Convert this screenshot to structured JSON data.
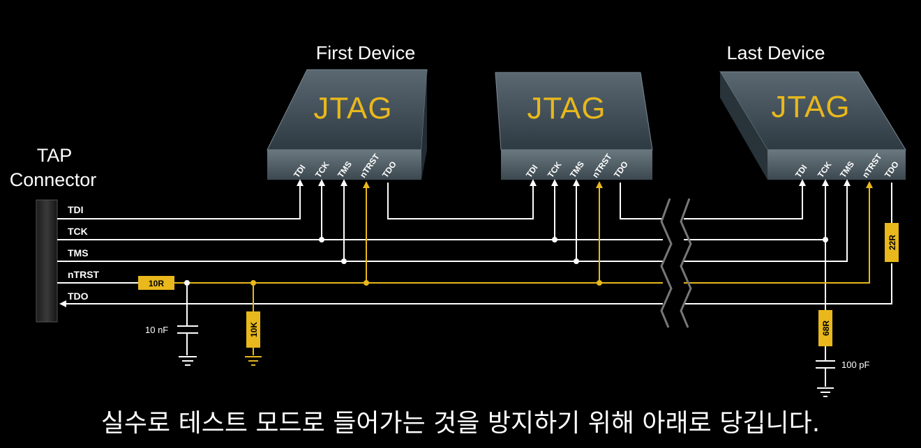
{
  "titles": {
    "first": "First Device",
    "last": "Last Device",
    "tap_line1": "TAP",
    "tap_line2": "Connector"
  },
  "chip_label": "JTAG",
  "pins": [
    "TDI",
    "TCK",
    "TMS",
    "nTRST",
    "TDO"
  ],
  "signals": [
    "TDI",
    "TCK",
    "TMS",
    "nTRST",
    "TDO"
  ],
  "components": {
    "r_ntrst": "10R",
    "r_pulldown": "10K",
    "c_ntrst": "10 nF",
    "r_tdo": "22R",
    "r_tck": "68R",
    "c_tck": "100 pF"
  },
  "colors": {
    "signal": "#ffffff",
    "ntrst": "#e8b81c",
    "background": "#000000"
  },
  "subtitle": "실수로 테스트 모드로 들어가는 것을 방지하기 위해 아래로 당깁니다."
}
